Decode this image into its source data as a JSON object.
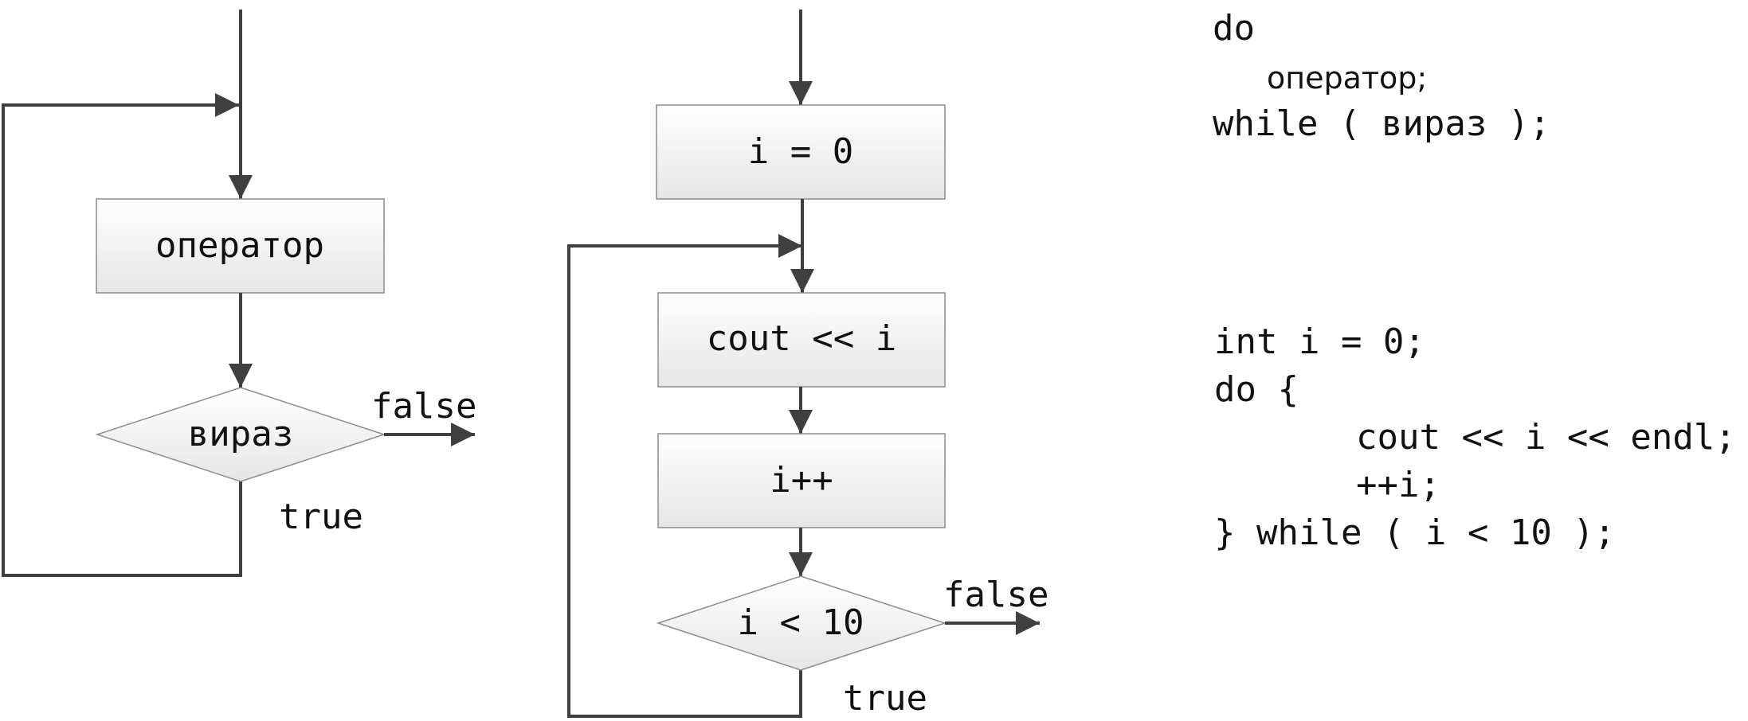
{
  "left_flowchart": {
    "process_label": "оператор",
    "condition_label": "вираз",
    "false_label": "false",
    "true_label": "true"
  },
  "middle_flowchart": {
    "init_label": "i = 0",
    "body_label": "cout << i",
    "increment_label": "i++",
    "condition_label": "i < 10",
    "false_label": "false",
    "true_label": "true"
  },
  "syntax_code": {
    "line1": "do",
    "line2": "оператор;",
    "line3": "while ( вираз );"
  },
  "example_code": {
    "line1": "int i = 0;",
    "line2": "do {",
    "line3": "cout << i << endl;",
    "line4": "++i;",
    "line5": "} while ( i < 10 );"
  }
}
